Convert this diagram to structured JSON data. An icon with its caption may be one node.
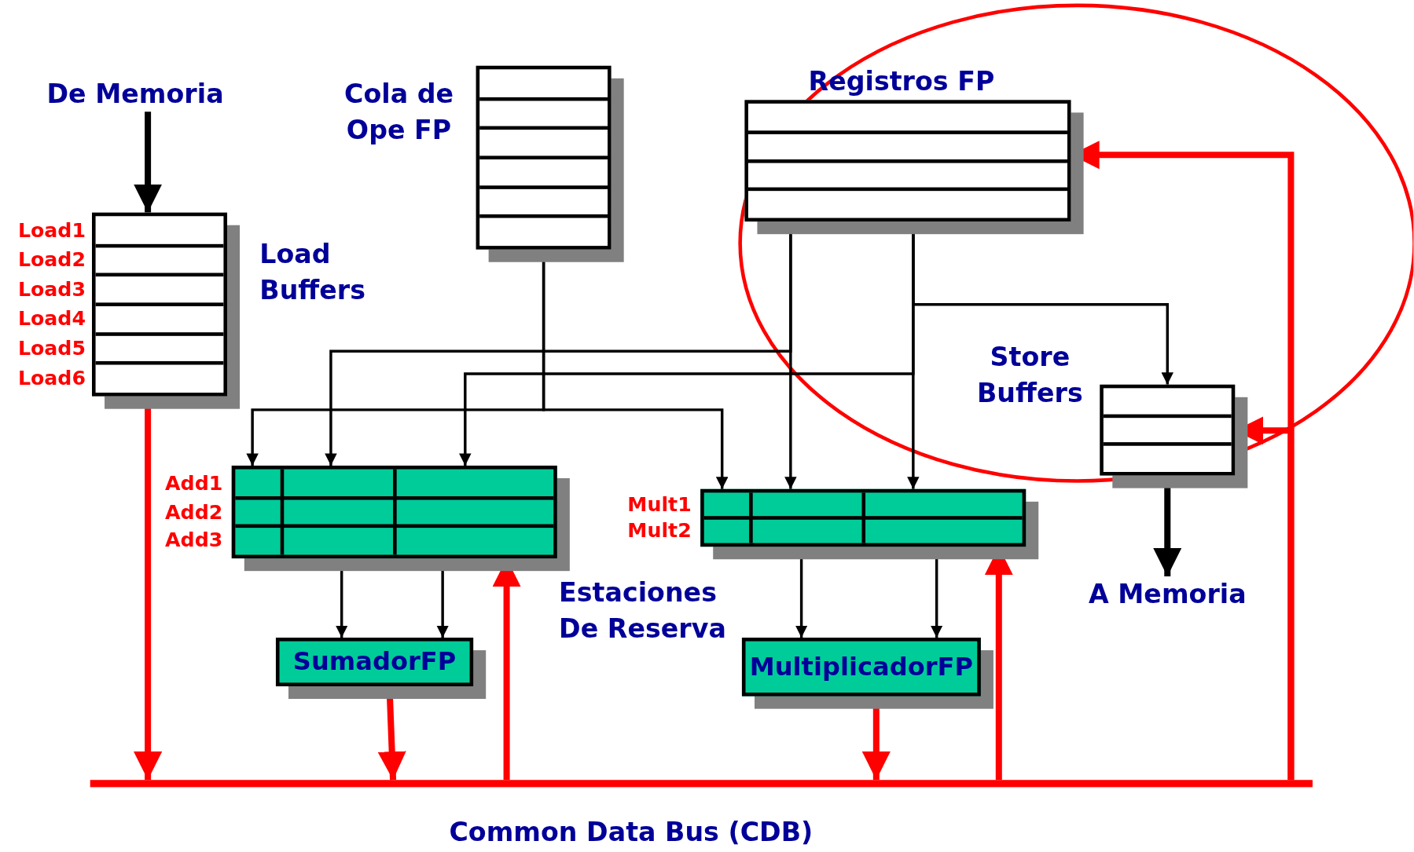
{
  "diagram": {
    "nodes": [
      {
        "text": [
          "De Memoria"
        ]
      },
      {
        "text": [
          "Load Buffers"
        ],
        "beside": [
          "Load1",
          "Load2",
          "Load3",
          "Load4",
          "Load5",
          "Load6"
        ]
      },
      {
        "text": [
          "Cola de Ope FP"
        ]
      },
      {
        "text": [
          "Registros FP"
        ]
      },
      {
        "text": [
          "Store Buffers"
        ]
      },
      {
        "text": [
          "A Memoria"
        ]
      },
      {
        "text": [],
        "shape": "box",
        "beside": [
          "Add1",
          "Add2",
          "Add3"
        ]
      },
      {
        "text": [],
        "shape": "box",
        "beside": [
          "Mult1",
          "Mult2"
        ]
      },
      {
        "text": [
          "SumadorFP"
        ]
      },
      {
        "text": [
          "MultiplicadorFP"
        ]
      },
      {
        "text": [
          "Common Data Bus (CDB)"
        ]
      }
    ],
    "edges": [
      {
        "from": 0,
        "to": 1,
        "arrow": "to",
        "style": "thick"
      },
      {
        "from": 1,
        "to": 10,
        "arrow": "to",
        "style": "thick",
        "color": "#ff0000"
      },
      {
        "from": 2,
        "to": 6,
        "arrow": "to"
      },
      {
        "from": 2,
        "to": 7,
        "arrow": "to"
      },
      {
        "from": 3,
        "to": 6,
        "arrow": "to"
      },
      {
        "from": 3,
        "to": 6,
        "arrow": "to"
      },
      {
        "from": 3,
        "to": 7,
        "arrow": "to"
      },
      {
        "from": 3,
        "to": 7,
        "arrow": "to"
      },
      {
        "from": 3,
        "to": 4,
        "arrow": "to"
      },
      {
        "from": 6,
        "to": 8,
        "arrow": "to"
      },
      {
        "from": 6,
        "to": 8,
        "arrow": "to"
      },
      {
        "from": 7,
        "to": 9,
        "arrow": "to"
      },
      {
        "from": 7,
        "to": 9,
        "arrow": "to"
      },
      {
        "from": 8,
        "to": 10,
        "arrow": "to",
        "style": "thick",
        "color": "#ff0000"
      },
      {
        "from": 9,
        "to": 10,
        "arrow": "to",
        "style": "thick",
        "color": "#ff0000"
      },
      {
        "from": 10,
        "to": 6,
        "arrow": "to",
        "style": "thick",
        "color": "#ff0000"
      },
      {
        "from": 10,
        "to": 7,
        "arrow": "to",
        "style": "thick",
        "color": "#ff0000"
      },
      {
        "from": 10,
        "to": 3,
        "arrow": "to",
        "style": "thick",
        "color": "#ff0000"
      },
      {
        "from": 10,
        "to": 4,
        "arrow": "to",
        "style": "thick",
        "color": "#ff0000"
      },
      {
        "from": 4,
        "to": 5,
        "arrow": "to",
        "style": "thick"
      }
    ],
    "labels": [
      "Estaciones De Reserva"
    ]
  }
}
